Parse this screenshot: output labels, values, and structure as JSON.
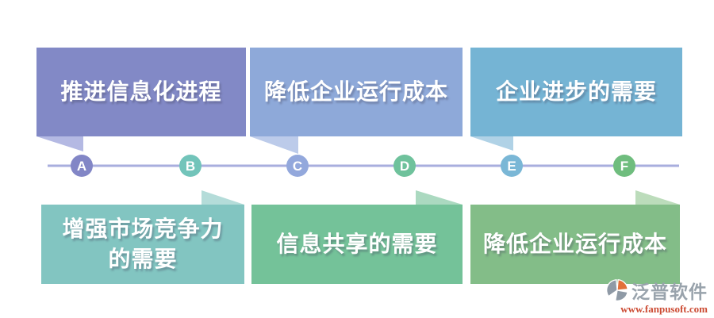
{
  "canvas": {
    "background": "#ffffff"
  },
  "boxes": {
    "top": [
      {
        "label": "推进信息化进程",
        "color": "#8289c6",
        "tail_color": "#b4b9e3"
      },
      {
        "label": "降低企业运行成本",
        "color": "#8ea9d9",
        "tail_color": "#bccbea"
      },
      {
        "label": "企业进步的需要",
        "color": "#75b4d4",
        "tail_color": "#b0d2e6"
      }
    ],
    "bottom": [
      {
        "label": "增强市场竞争力的需要",
        "color": "#82c5c1",
        "tail_color": "#b4dcd9"
      },
      {
        "label": "信息共享的需要",
        "color": "#74c299",
        "tail_color": "#abd9c0"
      },
      {
        "label": "降低企业运行成本",
        "color": "#83bd88",
        "tail_color": "#bcdcbb"
      }
    ]
  },
  "timeline": {
    "line_color": "#a8aede",
    "nodes": [
      {
        "label": "A",
        "color": "#8286c6"
      },
      {
        "label": "B",
        "color": "#72c4ba"
      },
      {
        "label": "C",
        "color": "#93a8dc"
      },
      {
        "label": "D",
        "color": "#6fc29c"
      },
      {
        "label": "E",
        "color": "#7ab7d6"
      },
      {
        "label": "F",
        "color": "#6fbd7e"
      }
    ]
  },
  "logo": {
    "title": "泛普软件",
    "url": "www.fanpusoft.com",
    "title_color": "#99a3ac",
    "url_color": "#cc4b33",
    "icon_gray": "#8f9aa6",
    "icon_orange": "#e2703a"
  }
}
